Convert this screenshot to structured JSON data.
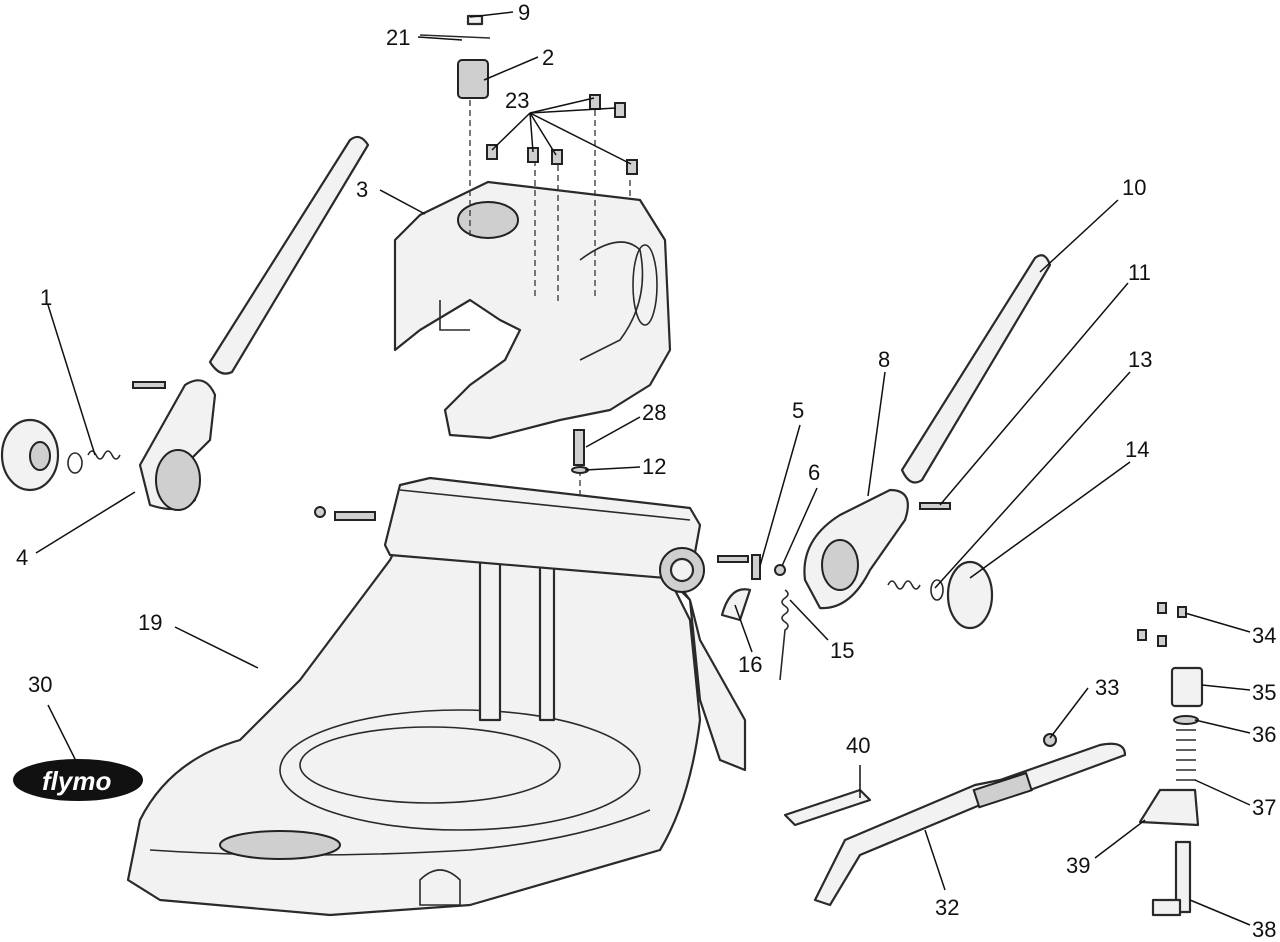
{
  "callouts": [
    {
      "id": "1",
      "label": "1"
    },
    {
      "id": "2",
      "label": "2"
    },
    {
      "id": "3",
      "label": "3"
    },
    {
      "id": "4",
      "label": "4"
    },
    {
      "id": "5",
      "label": "5"
    },
    {
      "id": "6",
      "label": "6"
    },
    {
      "id": "8",
      "label": "8"
    },
    {
      "id": "9",
      "label": "9"
    },
    {
      "id": "10",
      "label": "10"
    },
    {
      "id": "11",
      "label": "11"
    },
    {
      "id": "12",
      "label": "12"
    },
    {
      "id": "13",
      "label": "13"
    },
    {
      "id": "14",
      "label": "14"
    },
    {
      "id": "15",
      "label": "15"
    },
    {
      "id": "16",
      "label": "16"
    },
    {
      "id": "19",
      "label": "19"
    },
    {
      "id": "21",
      "label": "21"
    },
    {
      "id": "23",
      "label": "23"
    },
    {
      "id": "28",
      "label": "28"
    },
    {
      "id": "30",
      "label": "30"
    },
    {
      "id": "32",
      "label": "32"
    },
    {
      "id": "33",
      "label": "33"
    },
    {
      "id": "34",
      "label": "34"
    },
    {
      "id": "35",
      "label": "35"
    },
    {
      "id": "36",
      "label": "36"
    },
    {
      "id": "37",
      "label": "37"
    },
    {
      "id": "38",
      "label": "38"
    },
    {
      "id": "39",
      "label": "39"
    },
    {
      "id": "40",
      "label": "40"
    }
  ],
  "logo": {
    "text": "flymo"
  }
}
